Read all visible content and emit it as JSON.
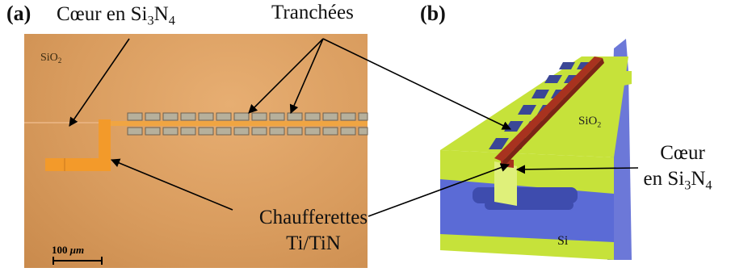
{
  "panel_a": {
    "tag": "(a)",
    "core_label_prefix": "Cœur en Si",
    "core_sub1": "3",
    "core_mid": "N",
    "core_sub2": "4",
    "trench_label": "Tranchées",
    "oxide_prefix": "SiO",
    "oxide_sub": "2",
    "heater_label_line1": "Chaufferettes",
    "heater_label_line2": "Ti/TiN",
    "scale_number": "100",
    "scale_unit": "μm"
  },
  "panel_b": {
    "tag": "(b)",
    "oxide_prefix": "SiO",
    "oxide_sub": "2",
    "core_line1": "Cœur",
    "core_line2_prefix": "en Si",
    "core_sub1": "3",
    "core_mid": "N",
    "core_sub2": "4",
    "substrate_label": "Si"
  },
  "colors": {
    "oxide": "#c6e23a",
    "silicon": "#5b6bd6",
    "core": "#a8321f",
    "heater": "#f39a2a",
    "micrograph_bg": "#dea266"
  }
}
